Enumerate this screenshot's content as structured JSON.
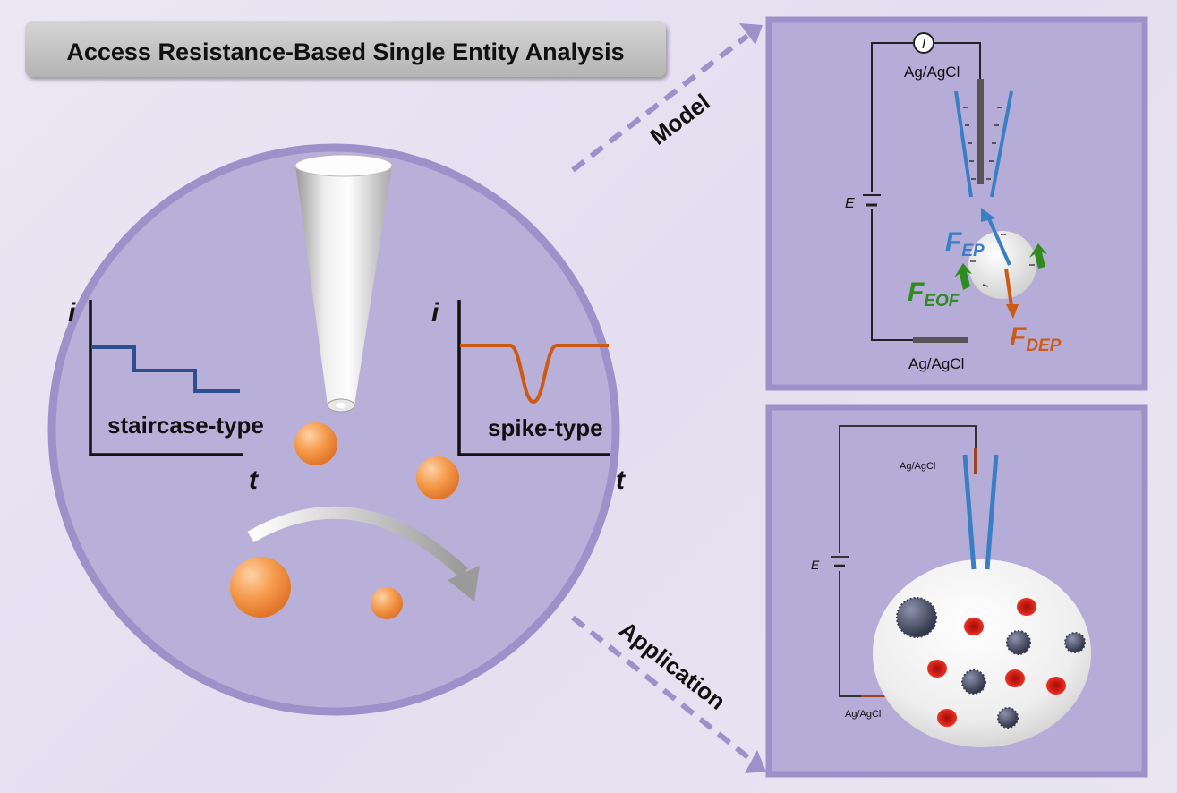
{
  "title": "Access Resistance-Based Single Entity Analysis",
  "arrows": {
    "model_label": "Model",
    "application_label": "Application"
  },
  "graphs": {
    "staircase": {
      "y_axis": "i",
      "x_axis": "t",
      "label": "staircase-type"
    },
    "spike": {
      "y_axis": "i",
      "x_axis": "t",
      "label": "spike-type"
    }
  },
  "model_panel": {
    "top_electrode": "Ag/AgCl",
    "bottom_electrode": "Ag/AgCl",
    "meter_symbol": "I",
    "voltage": "E",
    "forces": {
      "ep": {
        "base": "F",
        "sub": "EP"
      },
      "eof": {
        "base": "F",
        "sub": "EOF"
      },
      "dep": {
        "base": "F",
        "sub": "DEP"
      }
    }
  },
  "application_panel": {
    "top_electrode": "Ag/AgCl",
    "bottom_electrode": "Ag/AgCl",
    "voltage": "E"
  },
  "colors": {
    "panel_fill": "#b6acd8",
    "panel_border": "#9d91c9",
    "circle_fill": "#b9b0da",
    "pipette_blue": "#3a7fc4",
    "spike_orange": "#cc5a13",
    "staircase_blue": "#2e4f8f",
    "eof_green": "#2e8b1e",
    "particle_orange": "#f08a3a",
    "red_cell": "#e0241a",
    "dark_cell": "#4a4f66"
  }
}
